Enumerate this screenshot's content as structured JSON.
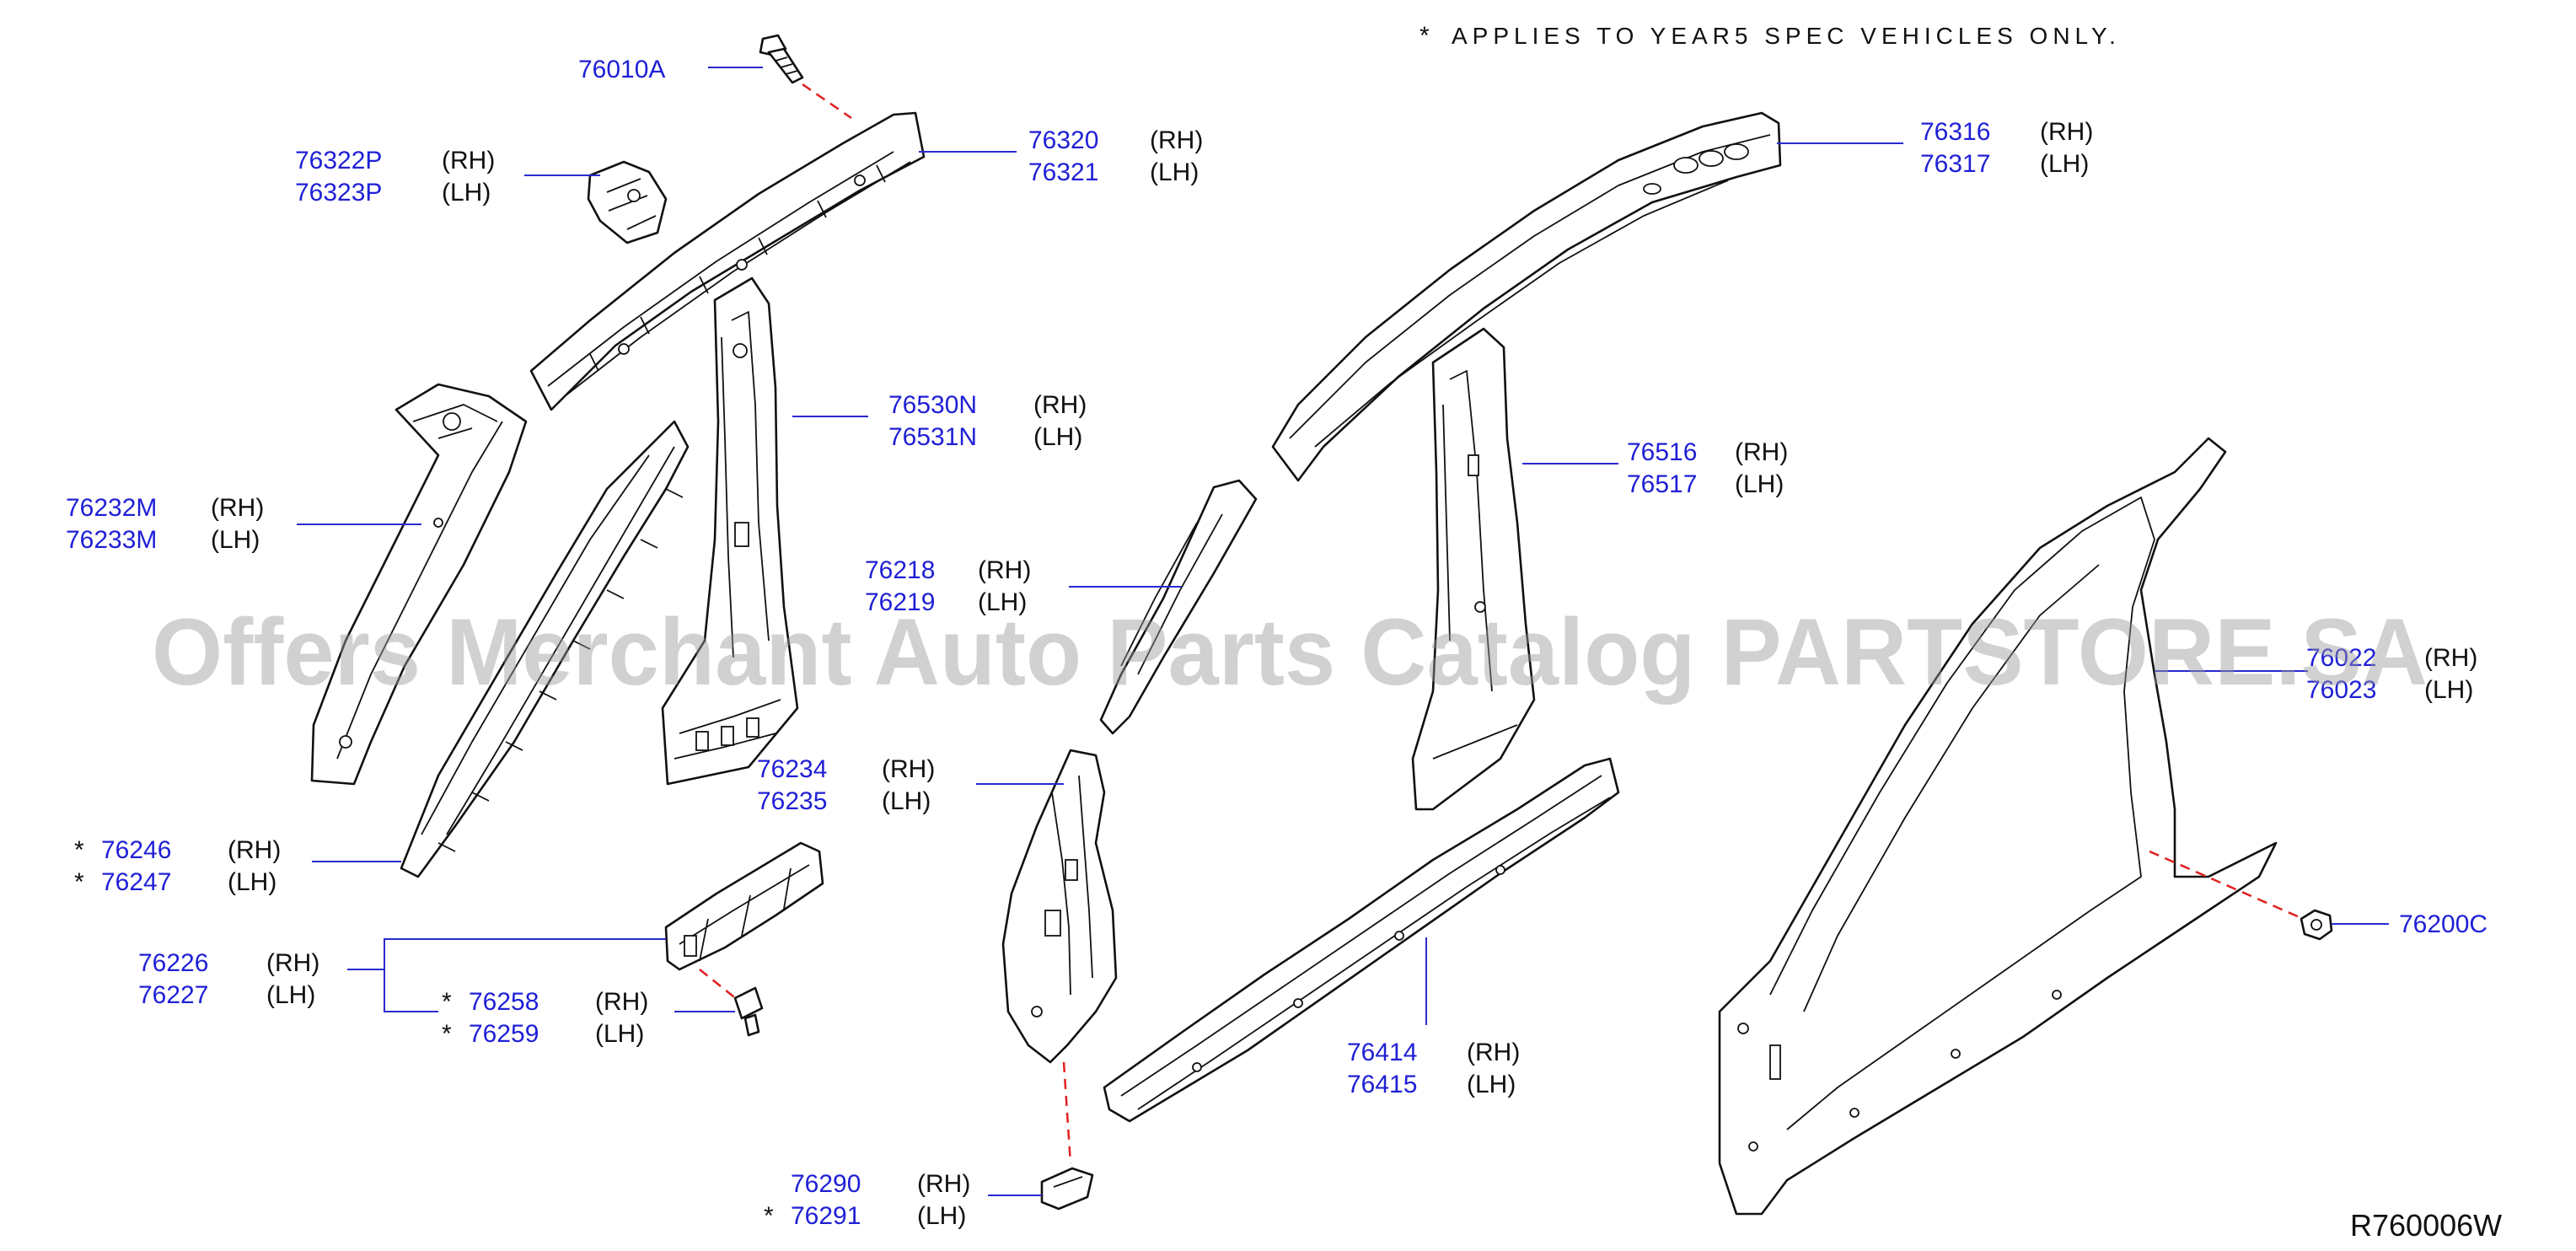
{
  "note": {
    "star": "*",
    "text": "APPLIES TO YEAR5 SPEC VEHICLES ONLY."
  },
  "diagram_code": "R760006W",
  "watermark": "Offers Merchant Auto Parts Catalog PARTSTORE.SA",
  "parts": {
    "p76010A": {
      "num": "76010A"
    },
    "p76322P": {
      "num": "76322P",
      "side": "(RH)"
    },
    "p76323P": {
      "num": "76323P",
      "side": "(LH)"
    },
    "p76320": {
      "num": "76320",
      "side": "(RH)"
    },
    "p76321": {
      "num": "76321",
      "side": "(LH)"
    },
    "p76316": {
      "num": "76316",
      "side": "(RH)"
    },
    "p76317": {
      "num": "76317",
      "side": "(LH)"
    },
    "p76530N": {
      "num": "76530N",
      "side": "(RH)"
    },
    "p76531N": {
      "num": "76531N",
      "side": "(LH)"
    },
    "p76232M": {
      "num": "76232M",
      "side": "(RH)"
    },
    "p76233M": {
      "num": "76233M",
      "side": "(LH)"
    },
    "p76516": {
      "num": "76516",
      "side": "(RH)"
    },
    "p76517": {
      "num": "76517",
      "side": "(LH)"
    },
    "p76218": {
      "num": "76218",
      "side": "(RH)"
    },
    "p76219": {
      "num": "76219",
      "side": "(LH)"
    },
    "p76022": {
      "num": "76022",
      "side": "(RH)"
    },
    "p76023": {
      "num": "76023",
      "side": "(LH)"
    },
    "p76234": {
      "num": "76234",
      "side": "(RH)"
    },
    "p76235": {
      "num": "76235",
      "side": "(LH)"
    },
    "p76246": {
      "star": "*",
      "num": "76246",
      "side": "(RH)"
    },
    "p76247": {
      "star": "*",
      "num": "76247",
      "side": "(LH)"
    },
    "p76200C": {
      "num": "76200C"
    },
    "p76226": {
      "num": "76226",
      "side": "(RH)"
    },
    "p76227": {
      "num": "76227",
      "side": "(LH)"
    },
    "p76258": {
      "star": "*",
      "num": "76258",
      "side": "(RH)"
    },
    "p76259": {
      "star": "*",
      "num": "76259",
      "side": "(LH)"
    },
    "p76414": {
      "num": "76414",
      "side": "(RH)"
    },
    "p76415": {
      "num": "76415",
      "side": "(LH)"
    },
    "p76290": {
      "num": "76290",
      "side": "(RH)"
    },
    "p76291": {
      "star": "*",
      "num": "76291",
      "side": "(LH)"
    }
  }
}
